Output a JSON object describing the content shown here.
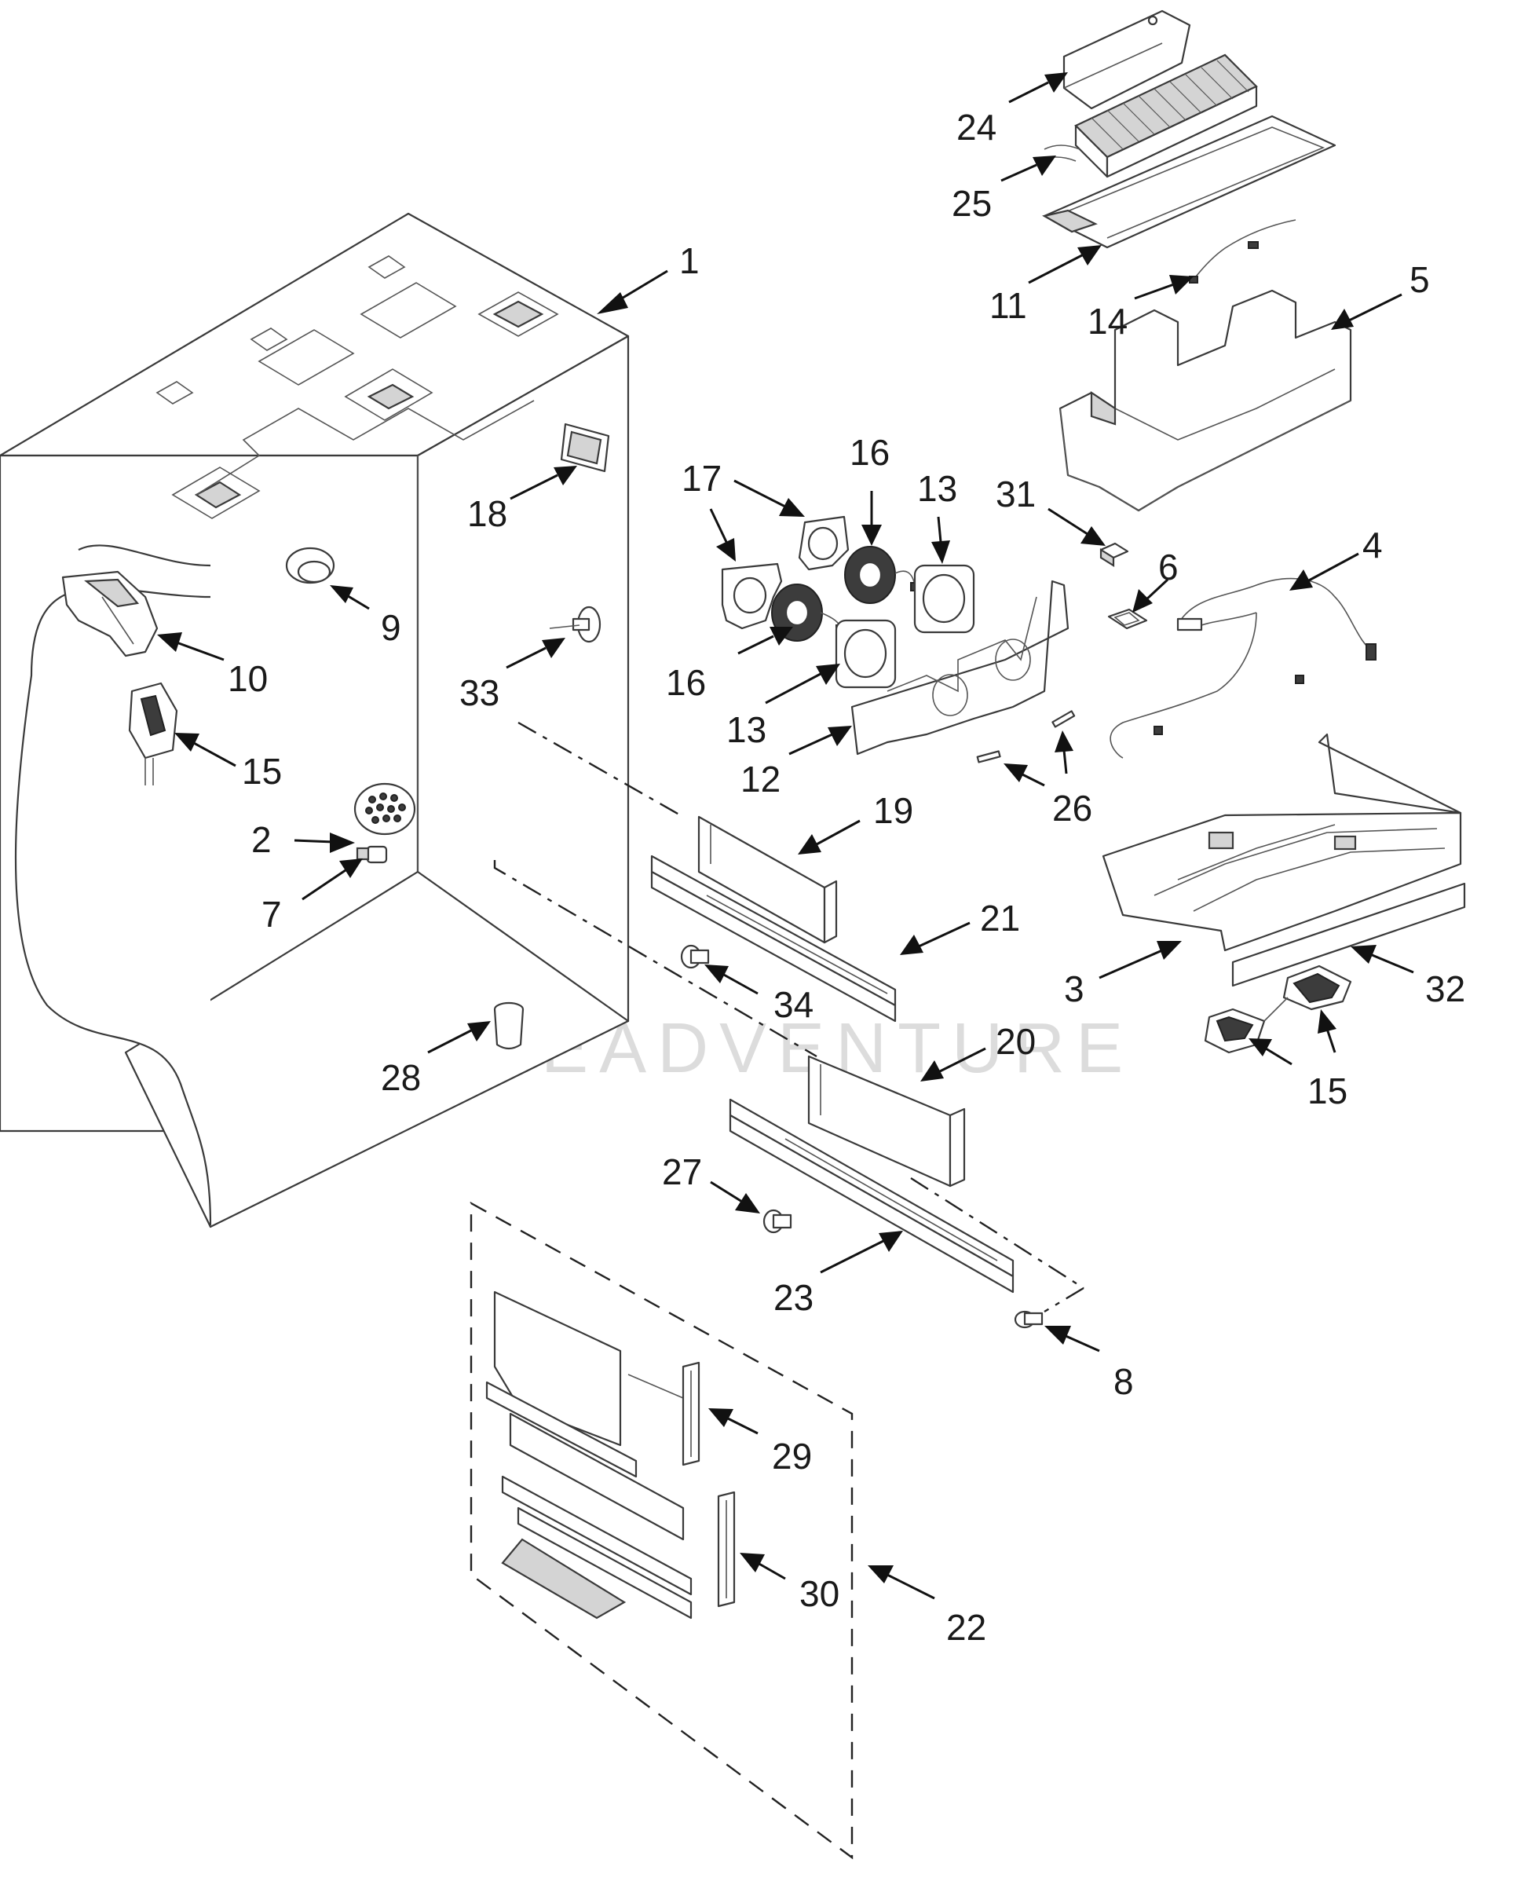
{
  "watermark": "LEADVENTURE",
  "callouts": [
    {
      "id": "c1",
      "label": "1"
    },
    {
      "id": "c2",
      "label": "2"
    },
    {
      "id": "c3",
      "label": "3"
    },
    {
      "id": "c4",
      "label": "4"
    },
    {
      "id": "c5",
      "label": "5"
    },
    {
      "id": "c6",
      "label": "6"
    },
    {
      "id": "c7",
      "label": "7"
    },
    {
      "id": "c8",
      "label": "8"
    },
    {
      "id": "c9",
      "label": "9"
    },
    {
      "id": "c10",
      "label": "10"
    },
    {
      "id": "c11",
      "label": "11"
    },
    {
      "id": "c12",
      "label": "12"
    },
    {
      "id": "c13a",
      "label": "13"
    },
    {
      "id": "c13b",
      "label": "13"
    },
    {
      "id": "c14",
      "label": "14"
    },
    {
      "id": "c15a",
      "label": "15"
    },
    {
      "id": "c15b",
      "label": "15"
    },
    {
      "id": "c16a",
      "label": "16"
    },
    {
      "id": "c16b",
      "label": "16"
    },
    {
      "id": "c17",
      "label": "17"
    },
    {
      "id": "c18",
      "label": "18"
    },
    {
      "id": "c19",
      "label": "19"
    },
    {
      "id": "c20",
      "label": "20"
    },
    {
      "id": "c21",
      "label": "21"
    },
    {
      "id": "c22",
      "label": "22"
    },
    {
      "id": "c23",
      "label": "23"
    },
    {
      "id": "c24",
      "label": "24"
    },
    {
      "id": "c25",
      "label": "25"
    },
    {
      "id": "c26",
      "label": "26"
    },
    {
      "id": "c27",
      "label": "27"
    },
    {
      "id": "c28",
      "label": "28"
    },
    {
      "id": "c29",
      "label": "29"
    },
    {
      "id": "c30",
      "label": "30"
    },
    {
      "id": "c31",
      "label": "31"
    },
    {
      "id": "c32",
      "label": "32"
    },
    {
      "id": "c33",
      "label": "33"
    },
    {
      "id": "c34",
      "label": "34"
    }
  ]
}
